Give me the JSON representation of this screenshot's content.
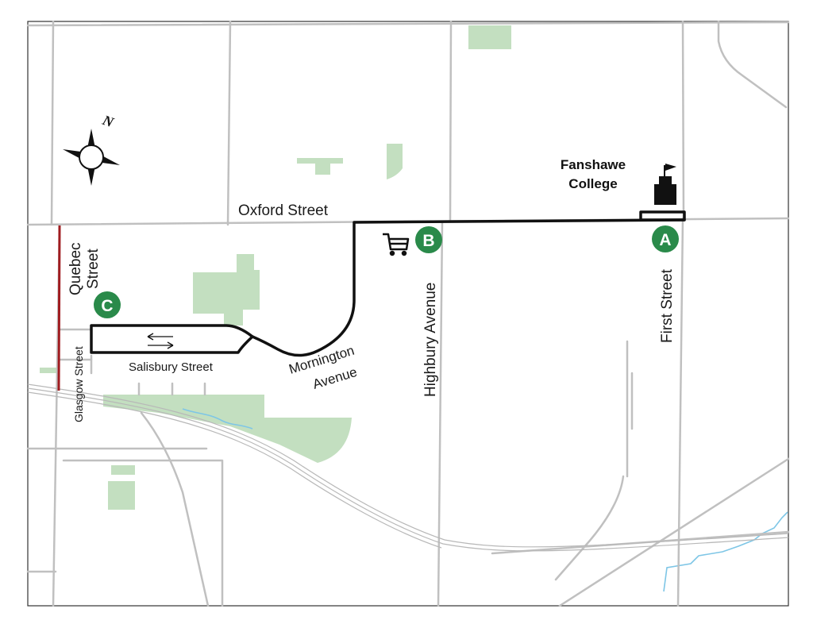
{
  "colors": {
    "road": "#c0c0c0",
    "park": "#c3dfc0",
    "water": "#7ec6e6",
    "route": "#111111",
    "quebec_closure": "#a01c20",
    "marker": "#2a8a4a",
    "frame": "#333333"
  },
  "icons": {
    "compass": "compass-rose-icon",
    "shopping": "shopping-cart-icon",
    "college": "building-with-flag-icon"
  },
  "compass": {
    "north_label": "N"
  },
  "streets": {
    "oxford": "Oxford Street",
    "quebec": [
      "Quebec",
      "Street"
    ],
    "glasgow": "Glasgow Street",
    "salisbury": "Salisbury Street",
    "mornington": [
      "Mornington",
      "Avenue"
    ],
    "highbury": "Highbury Avenue",
    "first": "First Street"
  },
  "landmarks": {
    "college_name": [
      "Fanshawe",
      "College"
    ]
  },
  "markers": [
    {
      "label": "A"
    },
    {
      "label": "B"
    },
    {
      "label": "C"
    }
  ]
}
